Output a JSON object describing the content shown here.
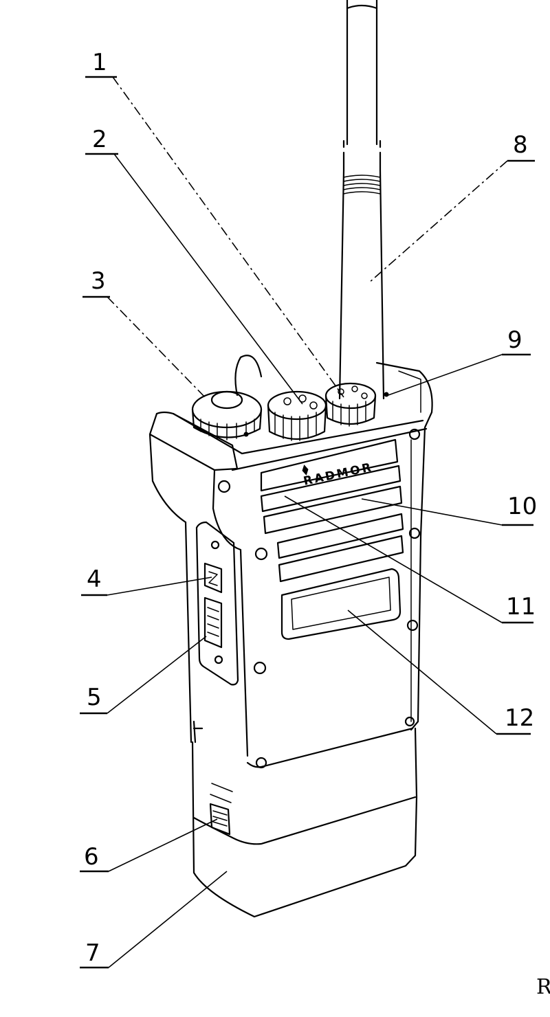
{
  "figure": {
    "brand_label": "RADMOR",
    "corner_fragment": "R",
    "callouts": [
      {
        "id": "1",
        "label": "1"
      },
      {
        "id": "2",
        "label": "2"
      },
      {
        "id": "3",
        "label": "3"
      },
      {
        "id": "4",
        "label": "4"
      },
      {
        "id": "5",
        "label": "5"
      },
      {
        "id": "6",
        "label": "6"
      },
      {
        "id": "7",
        "label": "7"
      },
      {
        "id": "8",
        "label": "8"
      },
      {
        "id": "9",
        "label": "9"
      },
      {
        "id": "10",
        "label": "10"
      },
      {
        "id": "11",
        "label": "11"
      },
      {
        "id": "12",
        "label": "12"
      }
    ]
  }
}
